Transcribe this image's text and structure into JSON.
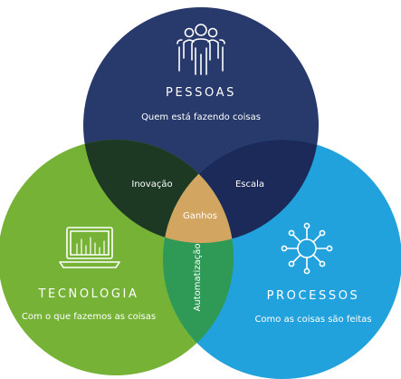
{
  "colors": {
    "pessoas": "#283a6b",
    "tecnologia": "#75b236",
    "processos": "#22a2dd",
    "pessoas_tecnologia": "#1d3924",
    "pessoas_processos": "#1c2a5a",
    "tecnologia_processos": "#2e9a55",
    "center": "#d2a561",
    "text": "#ffffff"
  },
  "circles": {
    "pessoas": {
      "title": "PESSOAS",
      "subtitle": "Quem está fazendo coisas",
      "icon": "people-group-icon"
    },
    "tecnologia": {
      "title": "TECNOLOGIA",
      "subtitle": "Com o que fazemos as coisas",
      "icon": "laptop-chart-icon"
    },
    "processos": {
      "title": "PROCESSOS",
      "subtitle": "Como as coisas são feitas",
      "icon": "network-hub-icon"
    }
  },
  "intersections": {
    "pessoas_tecnologia": "Inovação",
    "pessoas_processos": "Escala",
    "tecnologia_processos": "Automatização",
    "center": "Ganhos"
  }
}
